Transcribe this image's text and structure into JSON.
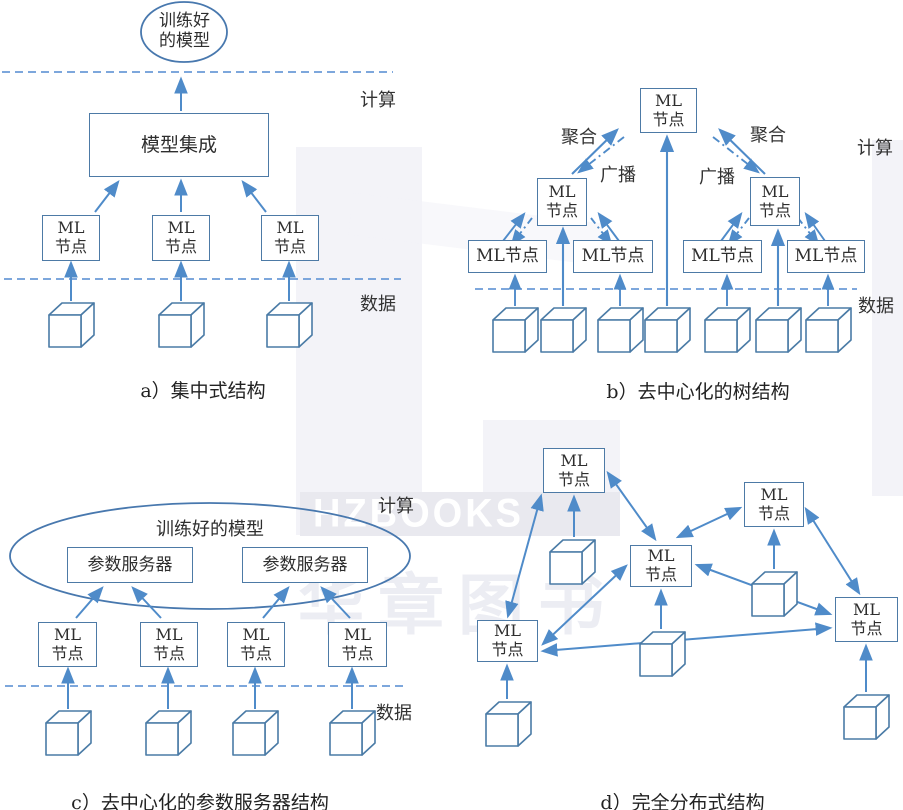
{
  "watermark": {
    "logo": "HZBOOKS",
    "cn": "华章图书"
  },
  "labels": {
    "ml": "ML",
    "node": "节点",
    "ml_node": "ML节点",
    "compute": "计算",
    "data": "数据",
    "aggregate": "聚合",
    "broadcast": "广播",
    "ensemble": "模型集成",
    "trained_model_l1": "训练好",
    "trained_model_l2": "的模型",
    "trained_model": "训练好的模型",
    "param_server": "参数服务器"
  },
  "captions": {
    "a": "a）集中式结构",
    "b": "b）去中心化的树结构",
    "c": "c）去中心化的参数服务器结构",
    "d": "d）完全分布式结构"
  },
  "colors": {
    "arrow": "#4f8bc9",
    "dashed_line": "#6b9bd7",
    "box_border": "#4d7aa6",
    "ellipse_border": "#4878ae",
    "cube_border": "#4a7ba6",
    "text": "#333333"
  }
}
